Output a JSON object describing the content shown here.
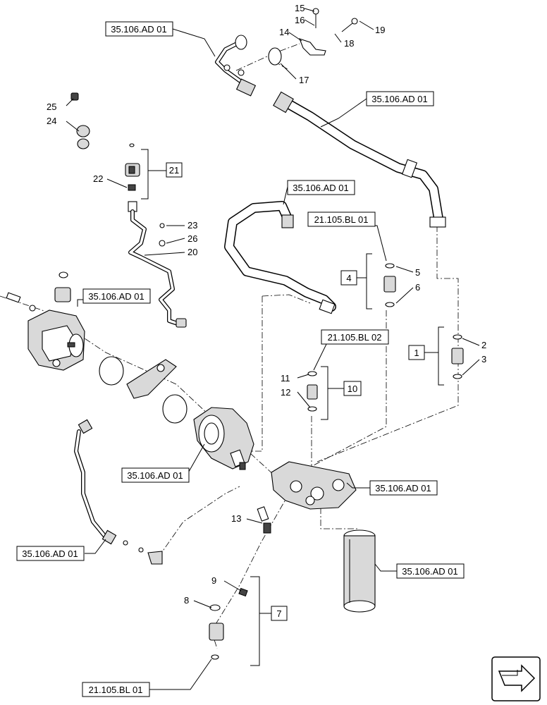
{
  "diagram": {
    "refs": {
      "r1": "35.106.AD 01",
      "r2": "35.106.AD 01",
      "r3": "35.106.AD 01",
      "r4": "21.105.BL 01",
      "r5": "35.106.AD 01",
      "r6": "21.105.BL 02",
      "r7": "35.106.AD 01",
      "r8": "35.106.AD 01",
      "r9": "35.106.AD 01",
      "r10": "35.106.AD 01",
      "r11": "21.105.BL 01"
    },
    "group_labels": {
      "g1": "1",
      "g4": "4",
      "g7": "7",
      "g10": "10",
      "g21": "21"
    },
    "callouts": {
      "c2": "2",
      "c3": "3",
      "c5": "5",
      "c6": "6",
      "c8": "8",
      "c9": "9",
      "c11": "11",
      "c12": "12",
      "c13": "13",
      "c14": "14",
      "c15": "15",
      "c16": "16",
      "c17": "17",
      "c18": "18",
      "c19": "19",
      "c20": "20",
      "c22": "22",
      "c23": "23",
      "c24": "24",
      "c25": "25",
      "c26": "26"
    },
    "icons": {
      "nav": "next-page-arrow-icon"
    }
  }
}
